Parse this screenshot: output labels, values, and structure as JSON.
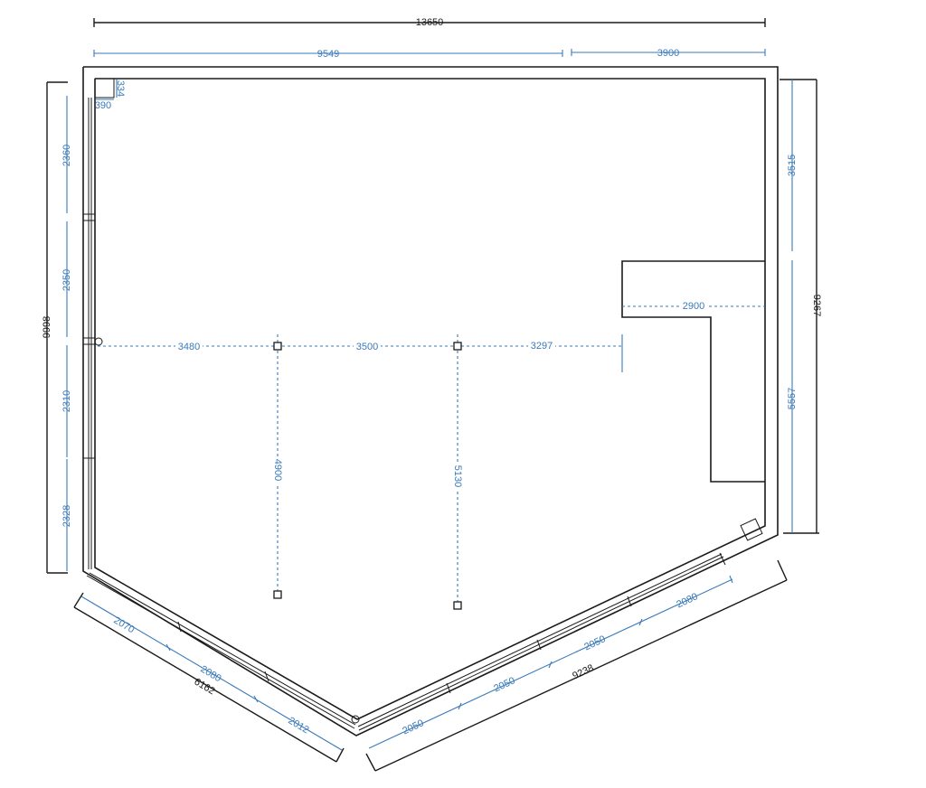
{
  "dimensions": {
    "overall_width": "13650",
    "top_left": "9549",
    "top_right": "3900",
    "left_overall": "9998",
    "right_overall": "9267",
    "bottom_left_overall": "6162",
    "bottom_right_overall": "9238",
    "corner_w": "390",
    "corner_h": "334",
    "left_segments": [
      "2360",
      "2350",
      "2310",
      "2328"
    ],
    "right_segments": [
      "3515",
      "5557"
    ],
    "grid_horizontal": [
      "3480",
      "3500",
      "3297"
    ],
    "grid_vertical": [
      "4900",
      "5130"
    ],
    "notch": "2900",
    "bottom_left_segments": [
      "2070",
      "2080",
      "2012"
    ],
    "bottom_right_segments": [
      "2050",
      "2050",
      "2050",
      "2080"
    ]
  },
  "colors": {
    "wall": "#1a1a1a",
    "dimension_blue": "#3a7ab8",
    "background": "#ffffff"
  }
}
